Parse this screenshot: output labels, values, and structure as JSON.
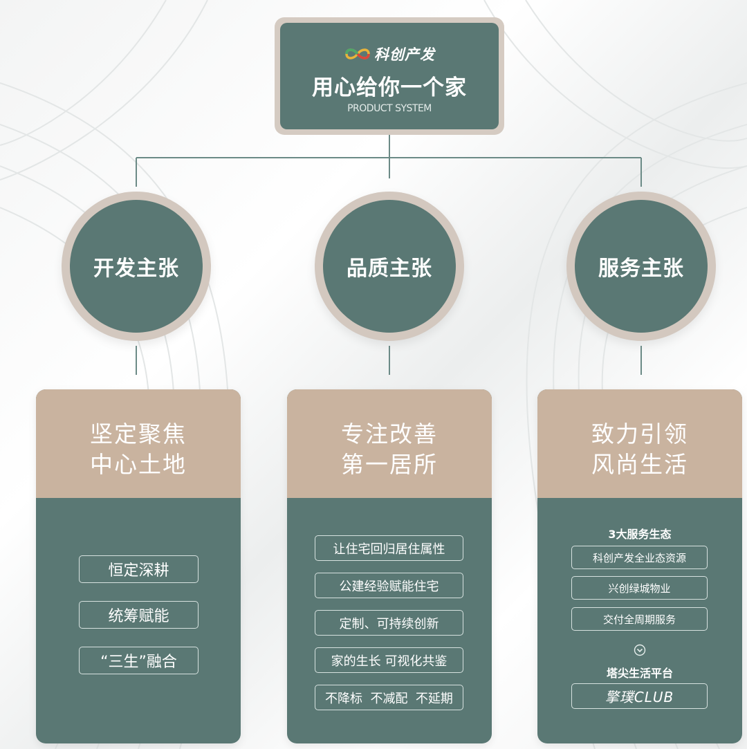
{
  "colors": {
    "teal": "#5a7874",
    "tan": "#c9b39f",
    "ring": "#d3c8bf",
    "line": "#6b8a86"
  },
  "top": {
    "logo_text": "科创产发",
    "logo_icon": "infinity-logo-icon",
    "title": "用心给你一个家",
    "subtitle": "PRODUCT SYSTEM"
  },
  "pillars": [
    {
      "label": "开发主张"
    },
    {
      "label": "品质主张"
    },
    {
      "label": "服务主张"
    }
  ],
  "cards": [
    {
      "head_line1": "坚定聚焦",
      "head_line2": "中心土地",
      "items": [
        "恒定深耕",
        "统筹赋能",
        "“三生”融合"
      ]
    },
    {
      "head_line1": "专注改善",
      "head_line2": "第一居所",
      "items": [
        "让住宅回归居住属性",
        "公建经验赋能住宅",
        "定制、可持续创新",
        "家的生长 可视化共鉴",
        "不降标  不减配  不延期"
      ]
    },
    {
      "head_line1": "致力引领",
      "head_line2": "风尚生活",
      "section1_title": "3大服务生态",
      "section1_items": [
        "科创产发全业态资源",
        "兴创绿城物业",
        "交付全周期服务"
      ],
      "chevron_icon": "chevron-down-circle-icon",
      "section2_title": "塔尖生活平台",
      "section2_item": "擎璞CLUB"
    }
  ]
}
